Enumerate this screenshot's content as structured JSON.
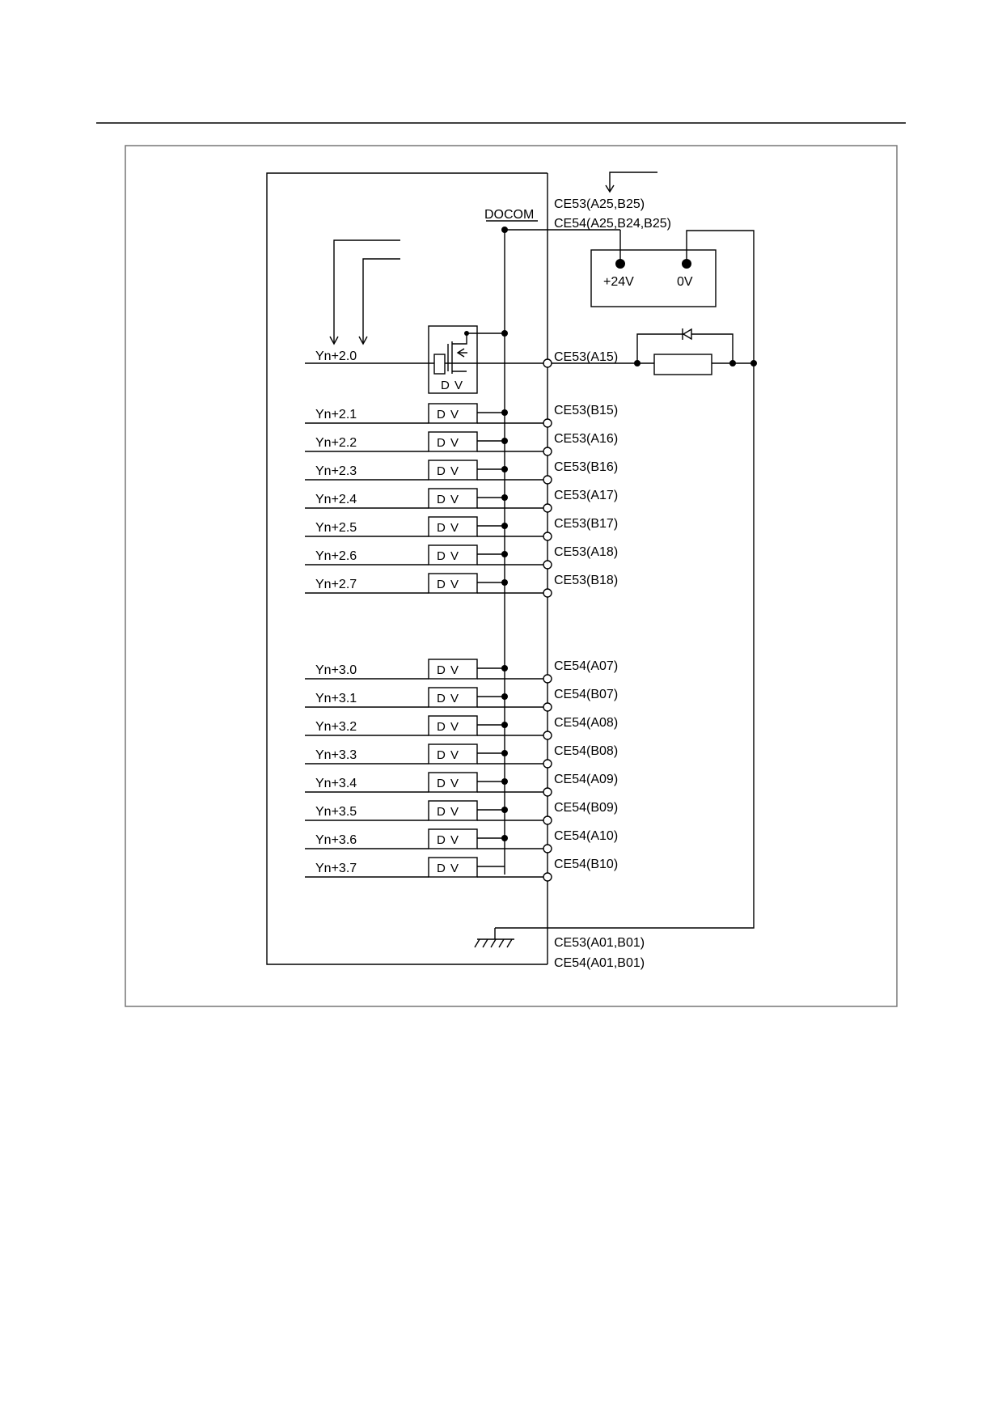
{
  "diagram": {
    "colors": {
      "ink": "#000000",
      "frame": "#777777",
      "background": "#ffffff"
    },
    "docom_label": "DOCOM",
    "top_connectors": [
      "CE53(A25,B25)",
      "CE54(A25,B24,B25)"
    ],
    "supply": {
      "plus_label": "+24V",
      "zero_label": "0V"
    },
    "driver_label": "D V",
    "outputs_group1": [
      {
        "signal": "Yn+2.0",
        "pin": "CE53(A15)"
      },
      {
        "signal": "Yn+2.1",
        "pin": "CE53(B15)"
      },
      {
        "signal": "Yn+2.2",
        "pin": "CE53(A16)"
      },
      {
        "signal": "Yn+2.3",
        "pin": "CE53(B16)"
      },
      {
        "signal": "Yn+2.4",
        "pin": "CE53(A17)"
      },
      {
        "signal": "Yn+2.5",
        "pin": "CE53(B17)"
      },
      {
        "signal": "Yn+2.6",
        "pin": "CE53(A18)"
      },
      {
        "signal": "Yn+2.7",
        "pin": "CE53(B18)"
      }
    ],
    "outputs_group2": [
      {
        "signal": "Yn+3.0",
        "pin": "CE54(A07)"
      },
      {
        "signal": "Yn+3.1",
        "pin": "CE54(B07)"
      },
      {
        "signal": "Yn+3.2",
        "pin": "CE54(A08)"
      },
      {
        "signal": "Yn+3.3",
        "pin": "CE54(B08)"
      },
      {
        "signal": "Yn+3.4",
        "pin": "CE54(A09)"
      },
      {
        "signal": "Yn+3.5",
        "pin": "CE54(B09)"
      },
      {
        "signal": "Yn+3.6",
        "pin": "CE54(A10)"
      },
      {
        "signal": "Yn+3.7",
        "pin": "CE54(B10)"
      }
    ],
    "bottom_connectors": [
      "CE53(A01,B01)",
      "CE54(A01,B01)"
    ]
  }
}
